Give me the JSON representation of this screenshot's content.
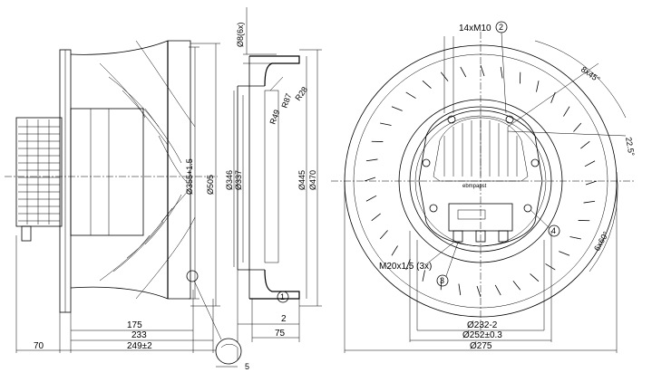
{
  "side_view": {
    "dims": {
      "d175": "175",
      "d233": "233",
      "d249": "249±2",
      "d70": "70",
      "d5": "5",
      "dia355": "Ø355+1.5",
      "dia505": "Ø505",
      "dia8": "Ø8(6x)"
    }
  },
  "section_view": {
    "dims": {
      "dia346": "Ø346",
      "dia337": "Ø337",
      "dia445": "Ø445",
      "dia470": "Ø470",
      "r49": "R49",
      "r87": "R87",
      "r28": "R28",
      "d2": "2",
      "d75": "75",
      "callout1": "1"
    }
  },
  "front_view": {
    "dims": {
      "bolts": "14xM10",
      "callout2": "2",
      "callout3": "3",
      "callout4": "4",
      "cable": "M20x1.5 (3x)",
      "angle_8x45": "8x45°",
      "angle_22_5": "22.5°",
      "angle_6x60": "6x60°",
      "dia232": "Ø232-2",
      "dia252": "Ø252±0.3",
      "dia275": "Ø275",
      "brand": "ebmpapst"
    }
  }
}
